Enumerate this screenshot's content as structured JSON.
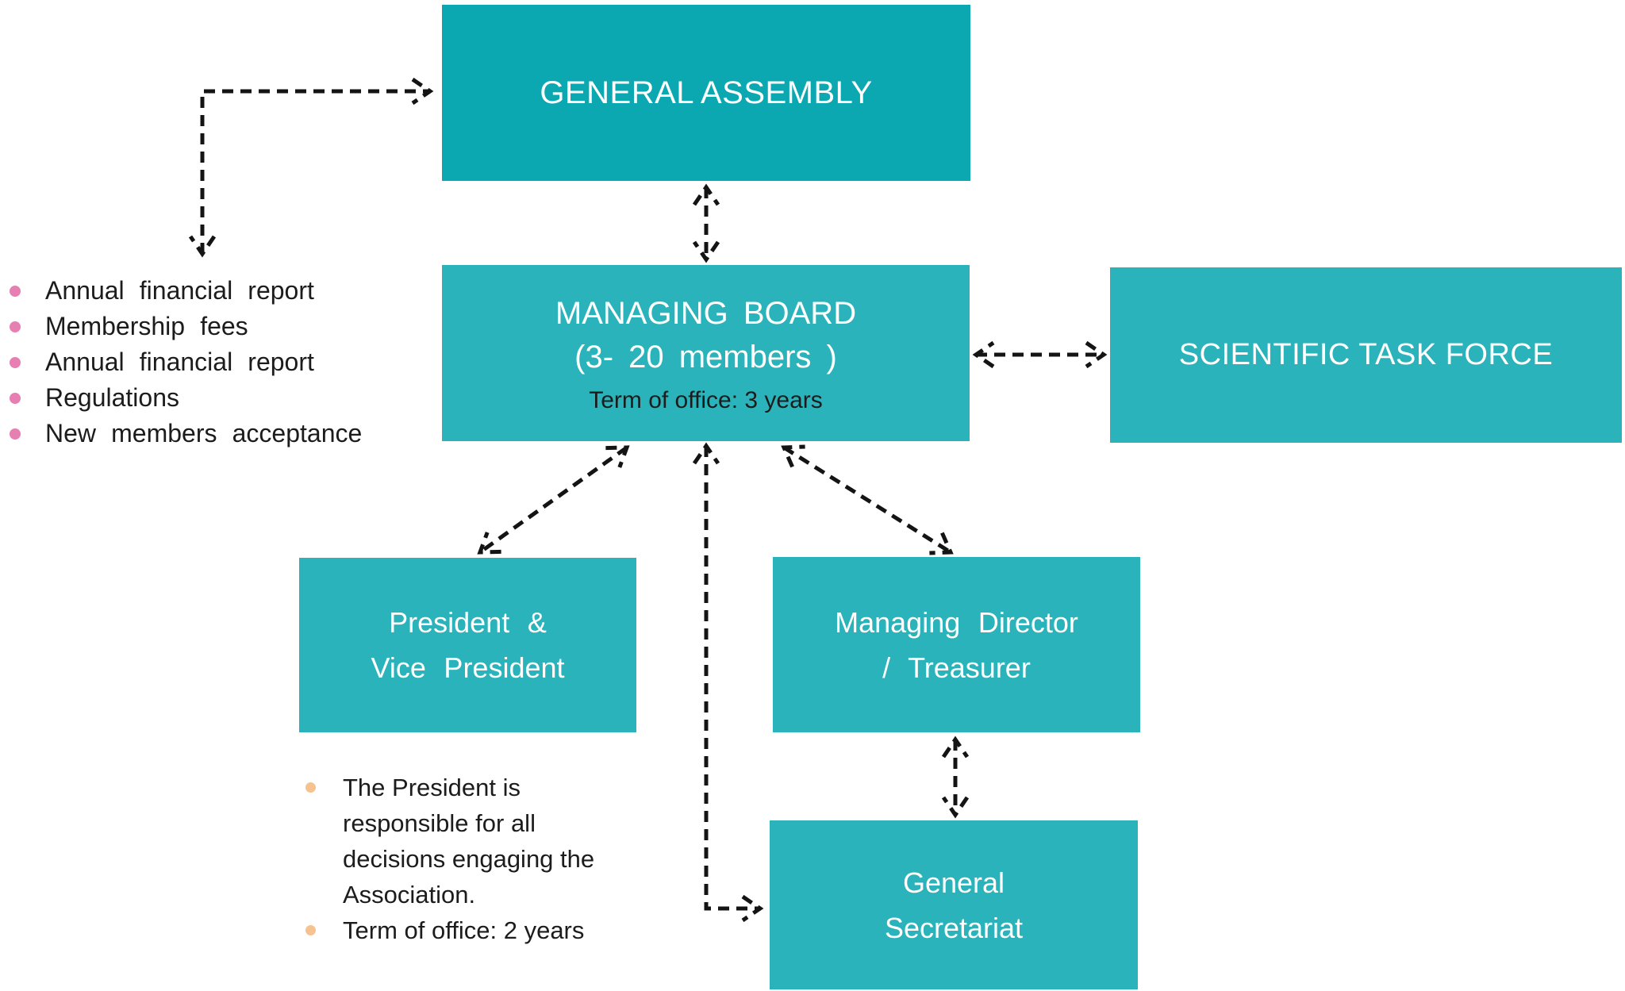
{
  "colors": {
    "box_primary": "#0ca8b2",
    "box_secondary": "#2ab3ba",
    "arrow": "#141414",
    "ga_bullet": "#e77fb3",
    "president_bullet": "#f6c28f",
    "text_on_box": "#ffffff",
    "text_dark": "#1c1c1c"
  },
  "boxes": {
    "general_assembly": {
      "label": "GENERAL ASSEMBLY"
    },
    "managing_board": {
      "title": "MANAGING BOARD",
      "members": "(3- 20 members )",
      "term": "Term of office: 3 years"
    },
    "scientific_task_force": {
      "label": "SCIENTIFIC TASK FORCE"
    },
    "president": {
      "line1": "President &",
      "line2": "Vice President"
    },
    "managing_director": {
      "line1": "Managing Director",
      "line2": "/ Treasurer"
    },
    "general_secretariat": {
      "line1": "General",
      "line2": "Secretariat"
    }
  },
  "general_assembly_notes": {
    "items": [
      "Annual financial report",
      "Membership fees",
      "Annual financial report",
      "Regulations",
      "New members acceptance"
    ]
  },
  "president_notes": {
    "items": [
      "The President is responsible for all decisions engaging the Association.",
      "Term of office: 2 years"
    ]
  }
}
